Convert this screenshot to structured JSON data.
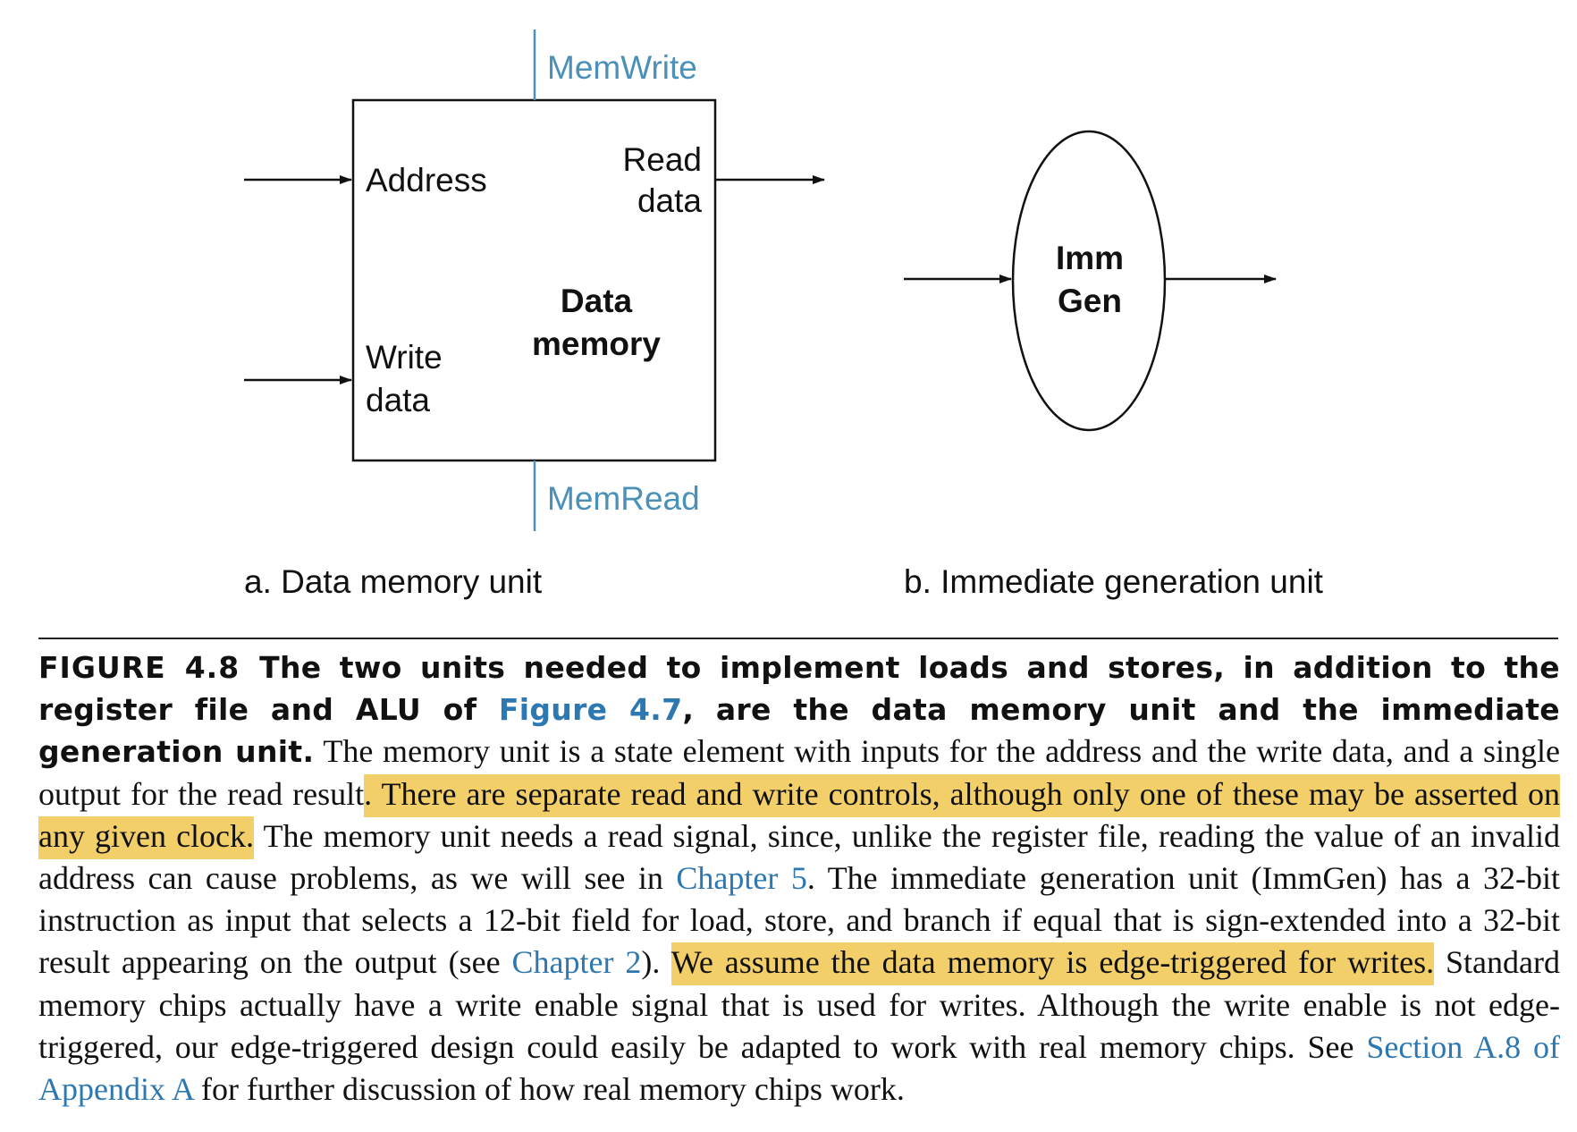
{
  "figure": {
    "data_memory": {
      "title_line1": "Data",
      "title_line2": "memory",
      "inputs": {
        "address": "Address",
        "write_data_line1": "Write",
        "write_data_line2": "data"
      },
      "output": {
        "read_data_line1": "Read",
        "read_data_line2": "data"
      },
      "controls": {
        "mem_write": "MemWrite",
        "mem_read": "MemRead"
      },
      "sublabel": "a. Data memory unit"
    },
    "imm_gen": {
      "label_line1": "Imm",
      "label_line2": "Gen",
      "sublabel": "b. Immediate generation unit"
    },
    "colors": {
      "control_signal": "#4a90b8",
      "link": "#2d78b0",
      "highlight": "#f3cf6a"
    }
  },
  "caption": {
    "figure_label": "FIGURE 4.8",
    "head_1": "The two units needed to implement loads and stores, in addition to the register file and ALU of ",
    "head_link": "Figure 4.7",
    "head_2": ", are the data memory unit and the immediate generation unit.",
    "t1": " The memory unit is a state element with inputs for the address and the write data, and a single output for the read result",
    "hl1": ". There are separate read and write controls, although only one of these may be asserted on any given clock.",
    "t2": " The memory unit needs a read signal, since, unlike the register file, reading the value of an invalid address can cause problems, as we will see in ",
    "link_ch5": "Chapter 5",
    "t3": ". The immediate generation unit (ImmGen) has a 32-bit instruction as input that selects a 12-bit field for load, store, and branch if equal that is sign-extended into a 32-bit result appearing on the output (see ",
    "link_ch2": "Chapter 2",
    "t4": "). ",
    "hl2": "We assume the data memory is edge-triggered for writes.",
    "t5": " Standard memory chips actually have a write enable signal that is used for writes. Although the write enable is not edge-triggered, our edge-triggered design could easily be adapted to work with real memory chips. See ",
    "link_appendix": "Section A.8 of Appendix A",
    "t6": " for further discussion of how real memory chips work."
  }
}
